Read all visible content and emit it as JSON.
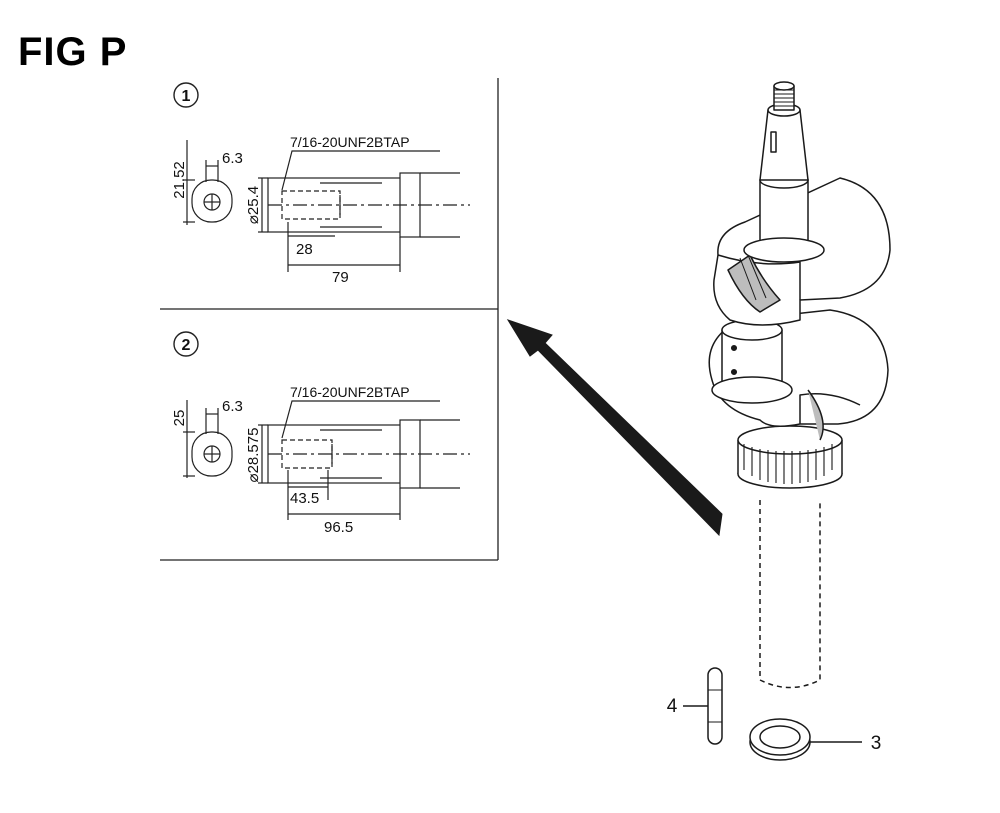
{
  "figure": {
    "title": "FIG P"
  },
  "detail_1": {
    "number": "1",
    "thread_callout": "7/16-20UNF2BTAP",
    "dim_height": "21.52",
    "dim_key": "6.3",
    "dim_diameter": "⌀25.4",
    "dim_bore": "28",
    "dim_length": "79"
  },
  "detail_2": {
    "number": "2",
    "thread_callout": "7/16-20UNF2BTAP",
    "dim_height": "25",
    "dim_key": "6.3",
    "dim_diameter": "⌀28.575",
    "dim_bore": "43.5",
    "dim_length": "96.5"
  },
  "parts": [
    {
      "number": "4"
    },
    {
      "number": "3"
    }
  ],
  "colors": {
    "line": "#1a1a1a",
    "fill": "#ffffff",
    "shade": "#bdbdbd",
    "dark": "#555555"
  }
}
